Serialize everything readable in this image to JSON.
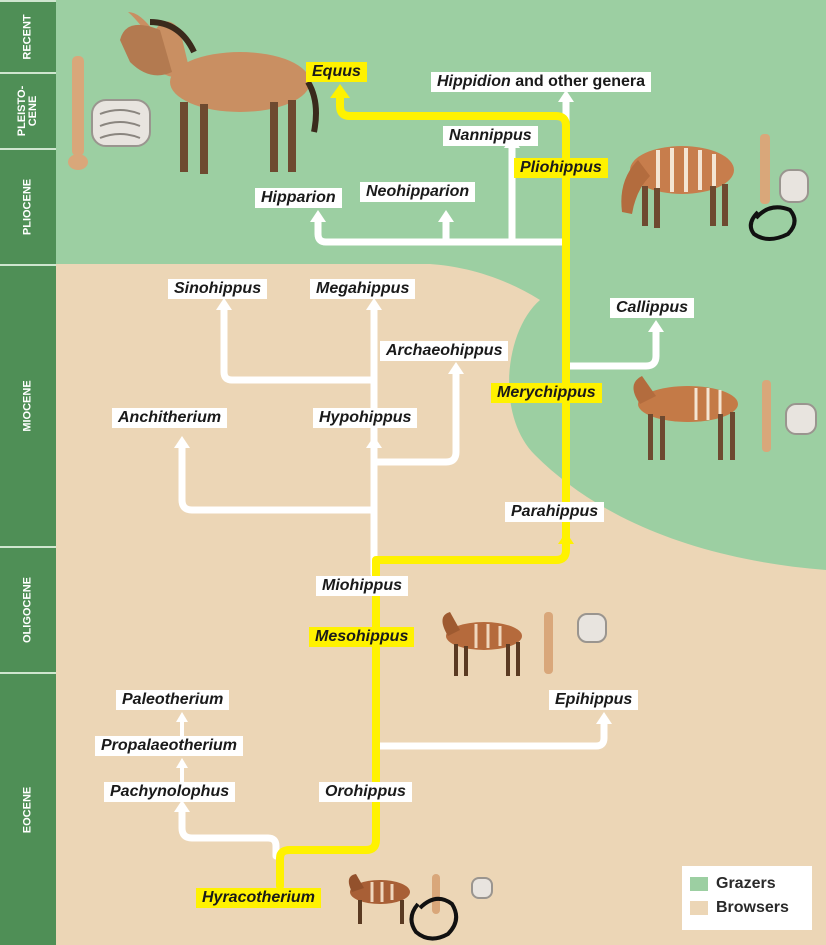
{
  "epochs": {
    "recent": "RECENT",
    "pleistocene": "PLEISTO-CENE",
    "pliocene": "PLIOCENE",
    "miocene": "MIOCENE",
    "oligocene": "OLIGOCENE",
    "eocene": "EOCENE"
  },
  "genera": {
    "equus": "Equus",
    "hippidion": "Hippidion",
    "hippidion_suffix": " and other genera",
    "nannippus": "Nannippus",
    "pliohippus": "Pliohippus",
    "hipparion": "Hipparion",
    "neohipparion": "Neohipparion",
    "sinohippus": "Sinohippus",
    "megahippus": "Megahippus",
    "callippus": "Callippus",
    "archaeohippus": "Archaeohippus",
    "merychippus": "Merychippus",
    "anchitherium": "Anchitherium",
    "hypohippus": "Hypohippus",
    "parahippus": "Parahippus",
    "miohippus": "Miohippus",
    "mesohippus": "Mesohippus",
    "paleotherium": "Paleotherium",
    "epihippus": "Epihippus",
    "propalaeotherium": "Propalaeotherium",
    "pachynolophus": "Pachynolophus",
    "orohippus": "Orohippus",
    "hyracotherium": "Hyracotherium"
  },
  "legend": {
    "grazers": "Grazers",
    "browsers": "Browsers"
  },
  "colors": {
    "grazers": "#9ccfa2",
    "browsers": "#ecd6b6",
    "main_line": "#fff200",
    "side_line": "#ffffff",
    "epoch_band": "#4f8f56"
  }
}
